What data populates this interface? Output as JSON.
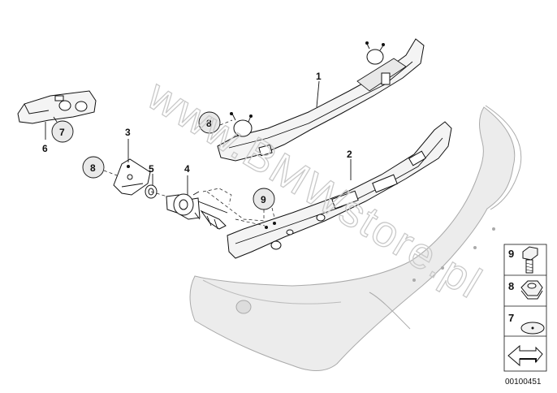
{
  "watermark": "www.BMWstore.pl",
  "image_code": "00100451",
  "callouts": {
    "c1": "1",
    "c2": "2",
    "c3": "3",
    "c4": "4",
    "c5": "5",
    "c6": "6",
    "c7": "7",
    "c8a": "8",
    "c8b": "8",
    "c9": "9"
  },
  "legend": [
    {
      "number": "9",
      "icon": "bolt-icon"
    },
    {
      "number": "8",
      "icon": "hex-nut-icon"
    },
    {
      "number": "7",
      "icon": "clip-icon"
    },
    {
      "arrow": "direction-arrow-icon"
    }
  ]
}
